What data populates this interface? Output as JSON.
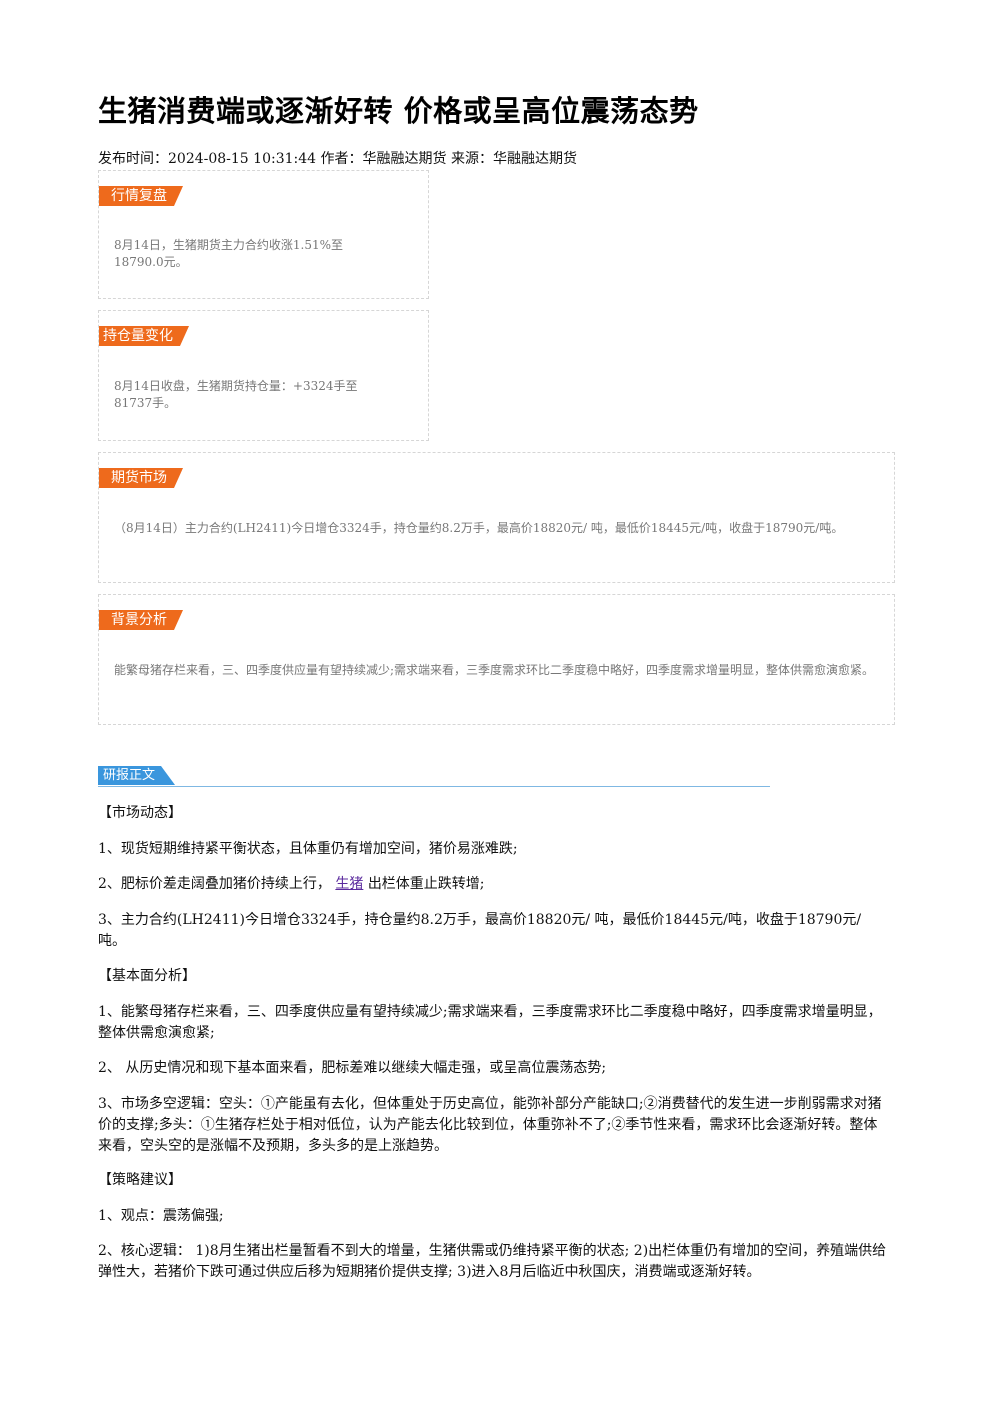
{
  "article": {
    "title": "生猪消费端或逐渐好转 价格或呈高位震荡态势",
    "meta": "发布时间：2024-08-15 10:31:44 作者：华融融达期货 来源：华融融达期货"
  },
  "summary": [
    {
      "tag": "行情复盘",
      "text": "8月14日，生猪期货主力合约收涨1.51%至18790.0元。"
    },
    {
      "tag": "持仓量变化",
      "text": "8月14日收盘，生猪期货持仓量：+3324手至81737手。"
    },
    {
      "tag": "期货市场",
      "text": "（8月14日）主力合约(LH2411)今日增仓3324手，持仓量约8.2万手，最高价18820元/ 吨，最低价18445元/吨，收盘于18790元/吨。"
    },
    {
      "tag": "背景分析",
      "text": "能繁母猪存栏来看，三、四季度供应量有望持续减少;需求端来看，三季度需求环比二季度稳中略好，四季度需求增量明显，整体供需愈演愈紧。"
    }
  ],
  "report": {
    "label": "研报正文",
    "market_heading": "【市场动态】",
    "m1": "1、现货短期维持紧平衡状态，且体重仍有增加空间，猪价易涨难跌;",
    "m2_pre": "2、肥标价差走阔叠加猪价持续上行，",
    "m2_link": "生猪",
    "m2_post": "出栏体重止跌转增;",
    "m3": "3、主力合约(LH2411)今日增仓3324手，持仓量约8.2万手，最高价18820元/ 吨，最低价18445元/吨，收盘于18790元/吨。",
    "fund_heading": "【基本面分析】",
    "f1": "1、能繁母猪存栏来看，三、四季度供应量有望持续减少;需求端来看，三季度需求环比二季度稳中略好，四季度需求增量明显，整体供需愈演愈紧;",
    "f2": "2、 从历史情况和现下基本面来看，肥标差难以继续大幅走强，或呈高位震荡态势;",
    "f3": "3、市场多空逻辑：空头：①产能虽有去化，但体重处于历史高位，能弥补部分产能缺口;②消费替代的发生进一步削弱需求对猪价的支撑;多头：①生猪存栏处于相对低位，认为产能去化比较到位，体重弥补不了;②季节性来看，需求环比会逐渐好转。整体来看，空头空的是涨幅不及预期，多头多的是上涨趋势。",
    "strat_heading": "【策略建议】",
    "s1": "1、观点：震荡偏强;",
    "s2": "2、核心逻辑： 1)8月生猪出栏量暂看不到大的增量，生猪供需或仍维持紧平衡的状态; 2)出栏体重仍有增加的空间，养殖端供给弹性大，若猪价下跌可通过供应后移为短期猪价提供支撑; 3)进入8月后临近中秋国庆，消费端或逐渐好转。"
  },
  "colors": {
    "tag_orange": "#ee6a1c",
    "tag_blue": "#3a96dd",
    "link": "#5b2b9e"
  }
}
